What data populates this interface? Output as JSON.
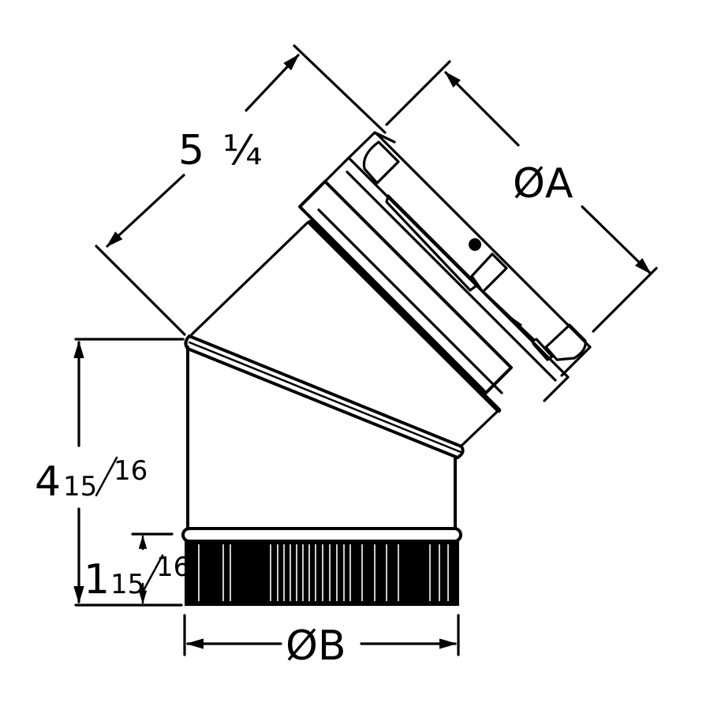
{
  "drawing": {
    "subject": "45 degree pipe elbow",
    "colors": {
      "line": "#000000",
      "background": "#ffffff"
    },
    "dimensions": {
      "length_along_top": {
        "whole": "5",
        "fraction": "¼"
      },
      "overall_height": {
        "whole": "4",
        "numerator": "15",
        "denominator": "16"
      },
      "collar_height": {
        "whole": "1",
        "numerator": "15",
        "denominator": "16"
      },
      "top_diameter": {
        "label": "ØA"
      },
      "bottom_diameter": {
        "label": "ØB"
      }
    }
  }
}
